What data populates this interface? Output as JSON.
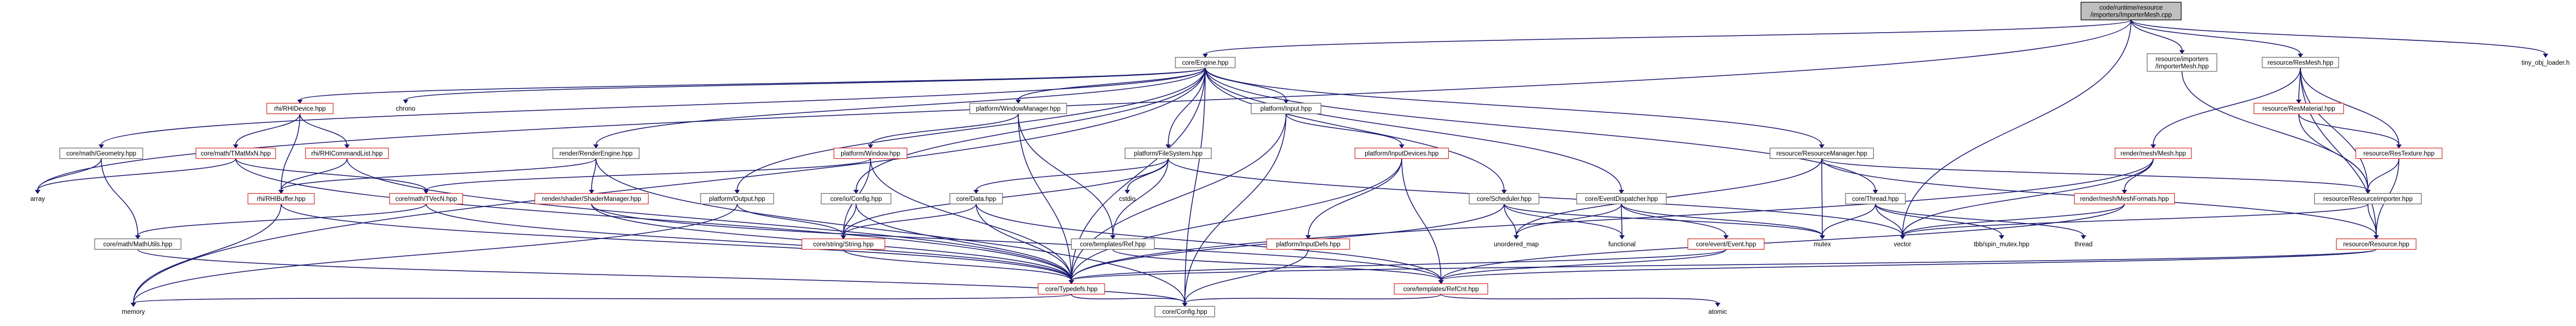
{
  "graph": {
    "colors": {
      "edge": "#191970",
      "red_border": "#d0302a",
      "black_border": "#666666",
      "root_fill": "#bfbfbf"
    },
    "nodes": [
      {
        "id": "root",
        "lines": [
          "code/runtime/resource",
          "/importers/ImporterMesh.cpp"
        ],
        "style": "root"
      },
      {
        "id": "engine",
        "lines": [
          "core/Engine.hpp"
        ],
        "style": "black"
      },
      {
        "id": "impmesh",
        "lines": [
          "resource/importers",
          "/ImporterMesh.hpp"
        ],
        "style": "black"
      },
      {
        "id": "resmesh",
        "lines": [
          "resource/ResMesh.hpp"
        ],
        "style": "black"
      },
      {
        "id": "tinyobj",
        "lines": [
          "tiny_obj_loader.h"
        ],
        "style": "plain"
      },
      {
        "id": "rhidevice",
        "lines": [
          "rhi/RHIDevice.hpp"
        ],
        "style": "red"
      },
      {
        "id": "chrono",
        "lines": [
          "chrono"
        ],
        "style": "plain"
      },
      {
        "id": "windowmgr",
        "lines": [
          "platform/WindowManager.hpp"
        ],
        "style": "black"
      },
      {
        "id": "input",
        "lines": [
          "platform/Input.hpp"
        ],
        "style": "black"
      },
      {
        "id": "resmaterial",
        "lines": [
          "resource/ResMaterial.hpp"
        ],
        "style": "red"
      },
      {
        "id": "rendermesh",
        "lines": [
          "render/mesh/Mesh.hpp"
        ],
        "style": "red"
      },
      {
        "id": "geometry",
        "lines": [
          "core/math/Geometry.hpp"
        ],
        "style": "black"
      },
      {
        "id": "tmatmxn",
        "lines": [
          "core/math/TMatMxN.hpp"
        ],
        "style": "red"
      },
      {
        "id": "rhicmdlist",
        "lines": [
          "rhi/RHICommandList.hpp"
        ],
        "style": "red"
      },
      {
        "id": "renderengine",
        "lines": [
          "render/RenderEngine.hpp"
        ],
        "style": "black"
      },
      {
        "id": "window",
        "lines": [
          "platform/Window.hpp"
        ],
        "style": "red"
      },
      {
        "id": "filesystem",
        "lines": [
          "platform/FileSystem.hpp"
        ],
        "style": "black"
      },
      {
        "id": "inputdevices",
        "lines": [
          "platform/InputDevices.hpp"
        ],
        "style": "red"
      },
      {
        "id": "resmanager",
        "lines": [
          "resource/ResourceManager.hpp"
        ],
        "style": "black"
      },
      {
        "id": "restexture",
        "lines": [
          "resource/ResTexture.hpp"
        ],
        "style": "red"
      },
      {
        "id": "array",
        "lines": [
          "array"
        ],
        "style": "plain"
      },
      {
        "id": "rhibuffer",
        "lines": [
          "rhi/RHIBuffer.hpp"
        ],
        "style": "red"
      },
      {
        "id": "tvecn",
        "lines": [
          "core/math/TVecN.hpp"
        ],
        "style": "red"
      },
      {
        "id": "shadermgr",
        "lines": [
          "render/shader/ShaderManager.hpp"
        ],
        "style": "red"
      },
      {
        "id": "output",
        "lines": [
          "platform/Output.hpp"
        ],
        "style": "black"
      },
      {
        "id": "config_io",
        "lines": [
          "core/io/Config.hpp"
        ],
        "style": "black"
      },
      {
        "id": "data",
        "lines": [
          "core/Data.hpp"
        ],
        "style": "black"
      },
      {
        "id": "cstdio",
        "lines": [
          "cstdio"
        ],
        "style": "plain"
      },
      {
        "id": "scheduler",
        "lines": [
          "core/Scheduler.hpp"
        ],
        "style": "black"
      },
      {
        "id": "eventdispatcher",
        "lines": [
          "core/EventDispatcher.hpp"
        ],
        "style": "black"
      },
      {
        "id": "thread",
        "lines": [
          "core/Thread.hpp"
        ],
        "style": "black"
      },
      {
        "id": "meshformats",
        "lines": [
          "render/mesh/MeshFormats.hpp"
        ],
        "style": "red"
      },
      {
        "id": "resimporter",
        "lines": [
          "resource/ResourceImporter.hpp"
        ],
        "style": "black"
      },
      {
        "id": "mathutils",
        "lines": [
          "core/math/MathUtils.hpp"
        ],
        "style": "black"
      },
      {
        "id": "string",
        "lines": [
          "core/string/String.hpp"
        ],
        "style": "red"
      },
      {
        "id": "ref",
        "lines": [
          "core/templates/Ref.hpp"
        ],
        "style": "black"
      },
      {
        "id": "inputdefs",
        "lines": [
          "platform/InputDefs.hpp"
        ],
        "style": "red"
      },
      {
        "id": "unordered_map",
        "lines": [
          "unordered_map"
        ],
        "style": "plain"
      },
      {
        "id": "functional",
        "lines": [
          "functional"
        ],
        "style": "plain"
      },
      {
        "id": "event",
        "lines": [
          "core/event/Event.hpp"
        ],
        "style": "red"
      },
      {
        "id": "mutex",
        "lines": [
          "mutex"
        ],
        "style": "plain"
      },
      {
        "id": "vector",
        "lines": [
          "vector"
        ],
        "style": "plain"
      },
      {
        "id": "tbb",
        "lines": [
          "tbb/spin_mutex.hpp"
        ],
        "style": "plain"
      },
      {
        "id": "threadstd",
        "lines": [
          "thread"
        ],
        "style": "plain"
      },
      {
        "id": "resource",
        "lines": [
          "resource/Resource.hpp"
        ],
        "style": "red"
      },
      {
        "id": "typedefs",
        "lines": [
          "core/Typedefs.hpp"
        ],
        "style": "red"
      },
      {
        "id": "refcnt",
        "lines": [
          "core/templates/RefCnt.hpp"
        ],
        "style": "red"
      },
      {
        "id": "memory",
        "lines": [
          "memory"
        ],
        "style": "plain"
      },
      {
        "id": "atomic",
        "lines": [
          "atomic"
        ],
        "style": "plain"
      },
      {
        "id": "config",
        "lines": [
          "core/Config.hpp"
        ],
        "style": "black"
      }
    ],
    "edges": [
      [
        "root",
        "engine"
      ],
      [
        "root",
        "impmesh"
      ],
      [
        "root",
        "resmesh"
      ],
      [
        "root",
        "tinyobj"
      ],
      [
        "root",
        "array"
      ],
      [
        "root",
        "vector"
      ],
      [
        "engine",
        "rhidevice"
      ],
      [
        "engine",
        "chrono"
      ],
      [
        "engine",
        "windowmgr"
      ],
      [
        "engine",
        "input"
      ],
      [
        "engine",
        "geometry"
      ],
      [
        "engine",
        "renderengine"
      ],
      [
        "engine",
        "filesystem"
      ],
      [
        "engine",
        "resmanager"
      ],
      [
        "engine",
        "output"
      ],
      [
        "engine",
        "config_io"
      ],
      [
        "engine",
        "scheduler"
      ],
      [
        "engine",
        "eventdispatcher"
      ],
      [
        "engine",
        "thread"
      ],
      [
        "engine",
        "typedefs"
      ],
      [
        "engine",
        "config"
      ],
      [
        "engine",
        "memory"
      ],
      [
        "impmesh",
        "resimporter"
      ],
      [
        "resmesh",
        "resmaterial"
      ],
      [
        "resmesh",
        "rendermesh"
      ],
      [
        "resmesh",
        "resimporter"
      ],
      [
        "resmesh",
        "restexture"
      ],
      [
        "resmesh",
        "resource"
      ],
      [
        "rhidevice",
        "tmatmxn"
      ],
      [
        "rhidevice",
        "rhicmdlist"
      ],
      [
        "rhidevice",
        "rhibuffer"
      ],
      [
        "windowmgr",
        "window"
      ],
      [
        "windowmgr",
        "typedefs"
      ],
      [
        "windowmgr",
        "ref"
      ],
      [
        "input",
        "inputdevices"
      ],
      [
        "input",
        "typedefs"
      ],
      [
        "input",
        "config"
      ],
      [
        "resmaterial",
        "restexture"
      ],
      [
        "resmaterial",
        "resimporter"
      ],
      [
        "rendermesh",
        "meshformats"
      ],
      [
        "rendermesh",
        "vector"
      ],
      [
        "rendermesh",
        "typedefs"
      ],
      [
        "geometry",
        "array"
      ],
      [
        "geometry",
        "mathutils"
      ],
      [
        "tmatmxn",
        "tvecn"
      ],
      [
        "tmatmxn",
        "array"
      ],
      [
        "tmatmxn",
        "typedefs"
      ],
      [
        "rhicmdlist",
        "rhibuffer"
      ],
      [
        "rhicmdlist",
        "typedefs"
      ],
      [
        "renderengine",
        "rhibuffer"
      ],
      [
        "renderengine",
        "shadermgr"
      ],
      [
        "renderengine",
        "config"
      ],
      [
        "window",
        "tvecn"
      ],
      [
        "window",
        "string"
      ],
      [
        "window",
        "typedefs"
      ],
      [
        "filesystem",
        "data"
      ],
      [
        "filesystem",
        "cstdio"
      ],
      [
        "filesystem",
        "string"
      ],
      [
        "filesystem",
        "ref"
      ],
      [
        "filesystem",
        "vector"
      ],
      [
        "inputdevices",
        "inputdefs"
      ],
      [
        "inputdevices",
        "refcnt"
      ],
      [
        "inputdevices",
        "typedefs"
      ],
      [
        "resmanager",
        "resimporter"
      ],
      [
        "resmanager",
        "resource"
      ],
      [
        "resmanager",
        "mutex"
      ],
      [
        "resmanager",
        "unordered_map"
      ],
      [
        "restexture",
        "resimporter"
      ],
      [
        "restexture",
        "resource"
      ],
      [
        "rhibuffer",
        "typedefs"
      ],
      [
        "rhibuffer",
        "memory"
      ],
      [
        "tvecn",
        "mathutils"
      ],
      [
        "tvecn",
        "typedefs"
      ],
      [
        "shadermgr",
        "typedefs"
      ],
      [
        "shadermgr",
        "refcnt"
      ],
      [
        "output",
        "string"
      ],
      [
        "output",
        "memory"
      ],
      [
        "config_io",
        "string"
      ],
      [
        "config_io",
        "typedefs"
      ],
      [
        "data",
        "string"
      ],
      [
        "data",
        "typedefs"
      ],
      [
        "data",
        "refcnt"
      ],
      [
        "scheduler",
        "functional"
      ],
      [
        "scheduler",
        "mutex"
      ],
      [
        "scheduler",
        "unordered_map"
      ],
      [
        "scheduler",
        "typedefs"
      ],
      [
        "eventdispatcher",
        "event"
      ],
      [
        "eventdispatcher",
        "functional"
      ],
      [
        "eventdispatcher",
        "unordered_map"
      ],
      [
        "eventdispatcher",
        "mutex"
      ],
      [
        "thread",
        "tbb"
      ],
      [
        "thread",
        "threadstd"
      ],
      [
        "thread",
        "mutex"
      ],
      [
        "thread",
        "vector"
      ],
      [
        "meshformats",
        "vector"
      ],
      [
        "meshformats",
        "refcnt"
      ],
      [
        "resimporter",
        "resource"
      ],
      [
        "resimporter",
        "vector"
      ],
      [
        "mathutils",
        "config"
      ],
      [
        "string",
        "typedefs"
      ],
      [
        "ref",
        "refcnt"
      ],
      [
        "inputdefs",
        "config"
      ],
      [
        "event",
        "typedefs"
      ],
      [
        "event",
        "refcnt"
      ],
      [
        "resource",
        "typedefs"
      ],
      [
        "resource",
        "refcnt"
      ],
      [
        "typedefs",
        "config"
      ],
      [
        "typedefs",
        "memory"
      ],
      [
        "refcnt",
        "config"
      ],
      [
        "refcnt",
        "atomic"
      ]
    ]
  }
}
